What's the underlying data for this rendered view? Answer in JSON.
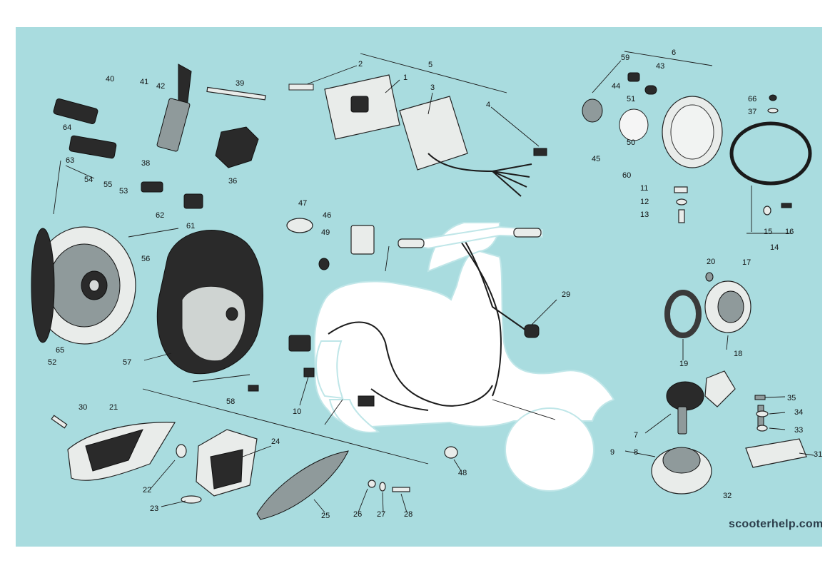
{
  "diagram": {
    "background_color": "#a9dcdf",
    "callouts": [
      "1",
      "2",
      "3",
      "4",
      "5",
      "6",
      "7",
      "8",
      "9",
      "10",
      "11",
      "12",
      "13",
      "14",
      "15",
      "16",
      "17",
      "18",
      "19",
      "20",
      "21",
      "22",
      "23",
      "24",
      "25",
      "26",
      "27",
      "28",
      "29",
      "30",
      "31",
      "32",
      "33",
      "34",
      "35",
      "36",
      "37",
      "38",
      "39",
      "40",
      "41",
      "42",
      "43",
      "44",
      "45",
      "46",
      "47",
      "48",
      "49",
      "50",
      "51",
      "52",
      "53",
      "54",
      "55",
      "56",
      "57",
      "58",
      "59",
      "60",
      "61",
      "62",
      "63",
      "64",
      "65",
      "66"
    ]
  },
  "watermark": {
    "text": "scooterhelp.com"
  }
}
